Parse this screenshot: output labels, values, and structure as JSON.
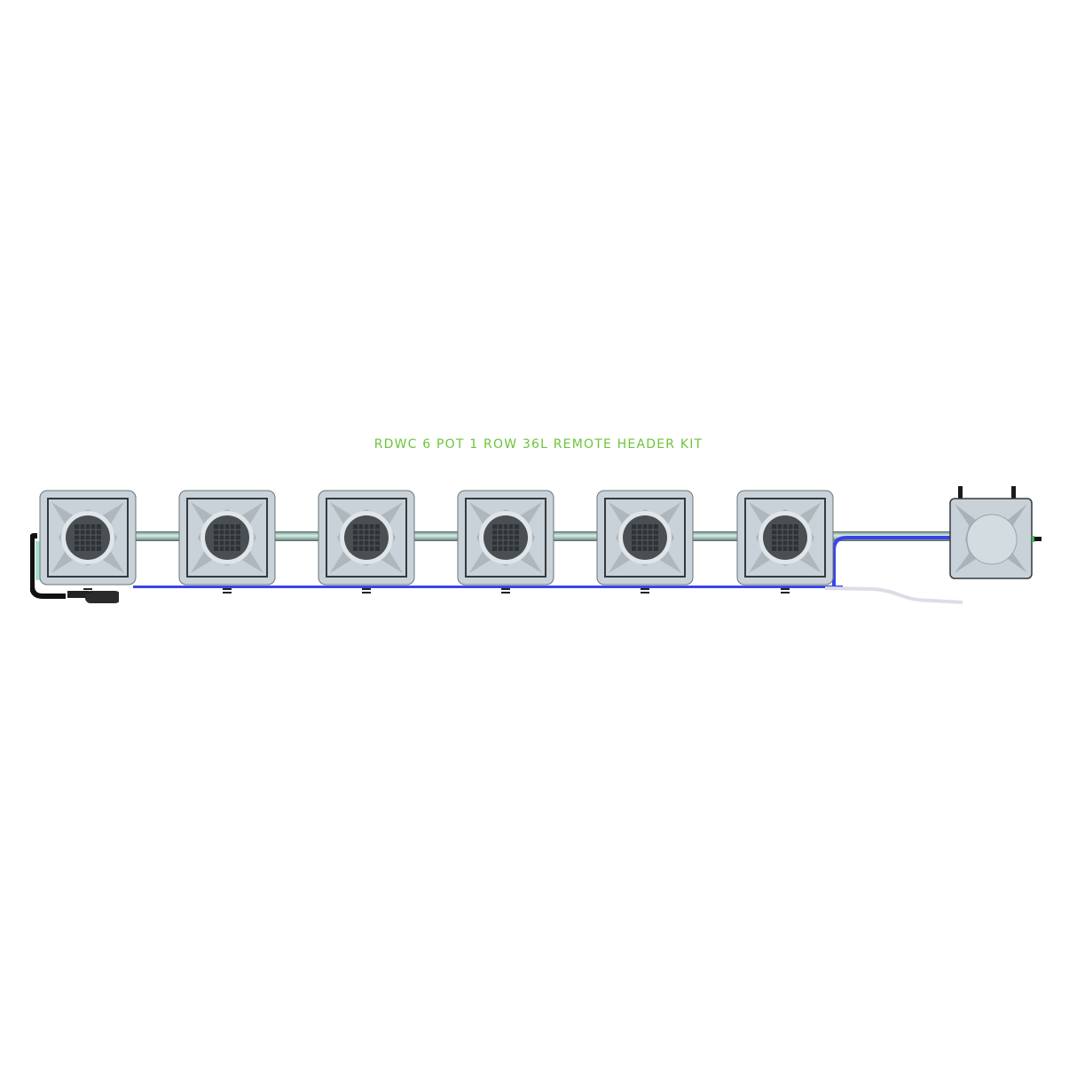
{
  "title": "RDWC 6 POT 1 ROW 36L REMOTE HEADER KIT",
  "colors": {
    "title_green": "#6cc43a",
    "pot_gray": "#c9d2d8",
    "lid_dark": "#4a4f53",
    "return_line_blue": "#3a44e8",
    "pipe_teal": "#bcd6cf",
    "drain_tube": "#e2e2ea"
  },
  "diagram": {
    "pots": [
      {
        "id": 1,
        "label": "pot-1"
      },
      {
        "id": 2,
        "label": "pot-2"
      },
      {
        "id": 3,
        "label": "pot-3"
      },
      {
        "id": 4,
        "label": "pot-4"
      },
      {
        "id": 5,
        "label": "pot-5"
      },
      {
        "id": 6,
        "label": "pot-6"
      }
    ],
    "header_tank": {
      "label": "remote-header-36L"
    },
    "pot_count": 6,
    "rows": 1,
    "volume": "36L"
  }
}
